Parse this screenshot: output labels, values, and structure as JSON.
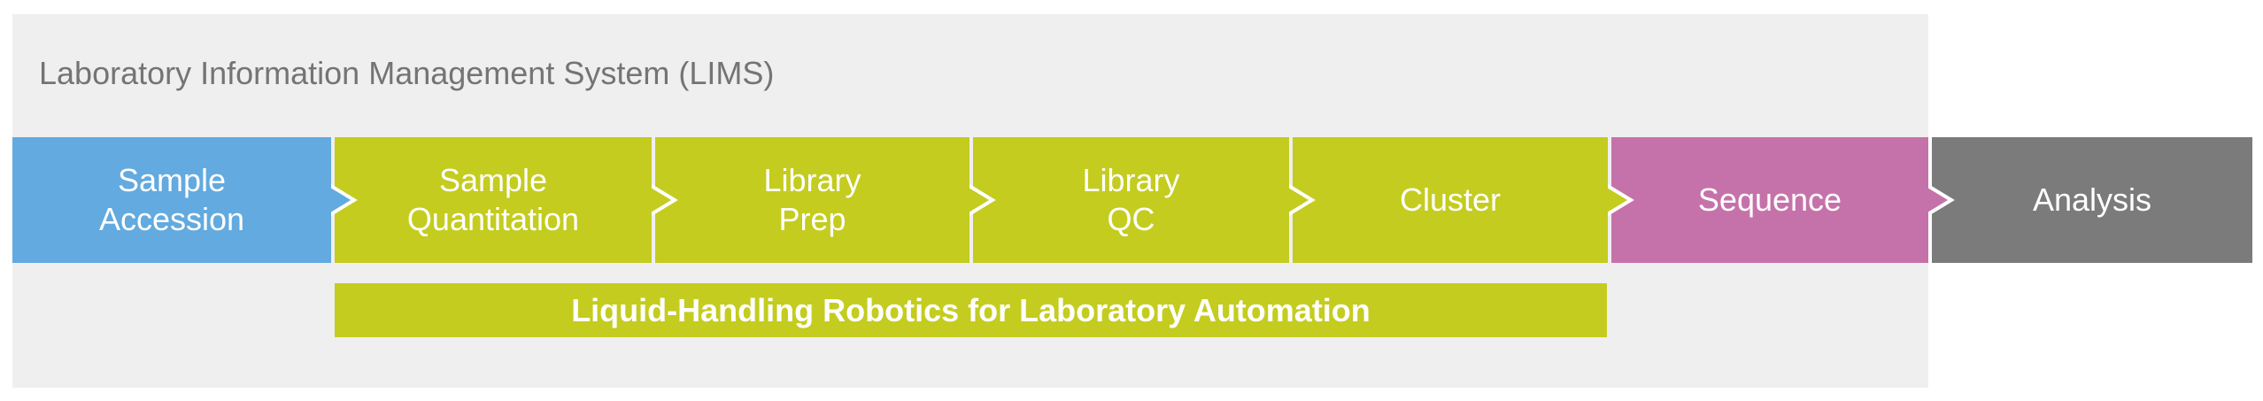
{
  "lims": {
    "title": "Laboratory Information Management System (LIMS)"
  },
  "steps": [
    {
      "label": "Sample\nAccession",
      "color": "#62aadf"
    },
    {
      "label": "Sample\nQuantitation",
      "color": "#c4cc1f"
    },
    {
      "label": "Library\nPrep",
      "color": "#c4cc1f"
    },
    {
      "label": "Library\nQC",
      "color": "#c4cc1f"
    },
    {
      "label": "Cluster",
      "color": "#c4cc1f"
    },
    {
      "label": "Sequence",
      "color": "#c672aa"
    },
    {
      "label": "Analysis",
      "color": "#7b7b7b"
    }
  ],
  "robotics": {
    "label": "Liquid-Handling Robotics for Laboratory Automation",
    "color": "#c4cc1f"
  }
}
